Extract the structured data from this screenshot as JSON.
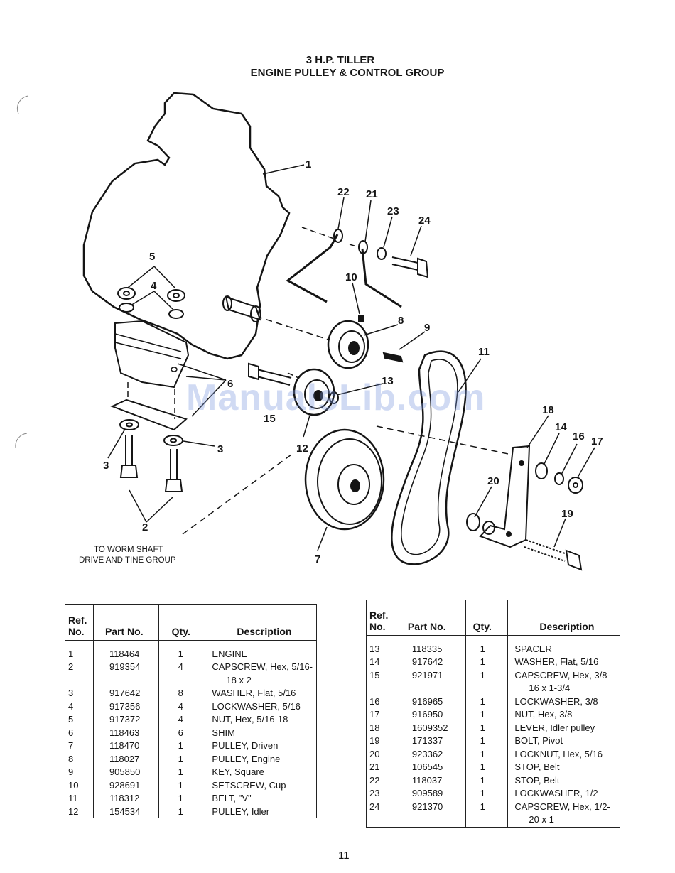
{
  "title": {
    "line1": "3 H.P. TILLER",
    "line2": "ENGINE PULLEY & CONTROL GROUP"
  },
  "diagram": {
    "callouts": [
      "1",
      "2",
      "3",
      "3",
      "4",
      "5",
      "6",
      "7",
      "8",
      "9",
      "10",
      "11",
      "12",
      "13",
      "14",
      "15",
      "16",
      "17",
      "18",
      "19",
      "20",
      "21",
      "22",
      "23",
      "24"
    ],
    "caption_line1": "TO WORM SHAFT",
    "caption_line2": "DRIVE AND TINE GROUP"
  },
  "watermark": "ManualsLib.com",
  "table_headers": {
    "ref_line1": "Ref.",
    "ref_line2": "No.",
    "part_no": "Part No.",
    "qty": "Qty.",
    "description": "Description"
  },
  "parts_left": [
    {
      "ref": "1",
      "part": "118464",
      "qty": "1",
      "desc": "ENGINE"
    },
    {
      "ref": "2",
      "part": "919354",
      "qty": "4",
      "desc": "CAPSCREW, Hex, 5/16-",
      "desc2": "18 x 2"
    },
    {
      "ref": "3",
      "part": "917642",
      "qty": "8",
      "desc": "WASHER, Flat, 5/16"
    },
    {
      "ref": "4",
      "part": "917356",
      "qty": "4",
      "desc": "LOCKWASHER, 5/16"
    },
    {
      "ref": "5",
      "part": "917372",
      "qty": "4",
      "desc": "NUT, Hex, 5/16-18"
    },
    {
      "ref": "6",
      "part": "118463",
      "qty": "6",
      "desc": "SHIM"
    },
    {
      "ref": "7",
      "part": "118470",
      "qty": "1",
      "desc": "PULLEY, Driven"
    },
    {
      "ref": "8",
      "part": "118027",
      "qty": "1",
      "desc": "PULLEY, Engine"
    },
    {
      "ref": "9",
      "part": "905850",
      "qty": "1",
      "desc": "KEY, Square"
    },
    {
      "ref": "10",
      "part": "928691",
      "qty": "1",
      "desc": "SETSCREW, Cup"
    },
    {
      "ref": "11",
      "part": "118312",
      "qty": "1",
      "desc": "BELT, \"V\""
    },
    {
      "ref": "12",
      "part": "154534",
      "qty": "1",
      "desc": "PULLEY, Idler"
    }
  ],
  "parts_right": [
    {
      "ref": "13",
      "part": "118335",
      "qty": "1",
      "desc": "SPACER"
    },
    {
      "ref": "14",
      "part": "917642",
      "qty": "1",
      "desc": "WASHER, Flat, 5/16"
    },
    {
      "ref": "15",
      "part": "921971",
      "qty": "1",
      "desc": "CAPSCREW, Hex, 3/8-",
      "desc2": "16 x 1-3/4"
    },
    {
      "ref": "16",
      "part": "916965",
      "qty": "1",
      "desc": "LOCKWASHER, 3/8"
    },
    {
      "ref": "17",
      "part": "916950",
      "qty": "1",
      "desc": "NUT, Hex, 3/8"
    },
    {
      "ref": "18",
      "part": "1609352",
      "qty": "1",
      "desc": "LEVER, Idler pulley"
    },
    {
      "ref": "19",
      "part": "171337",
      "qty": "1",
      "desc": "BOLT, Pivot"
    },
    {
      "ref": "20",
      "part": "923362",
      "qty": "1",
      "desc": "LOCKNUT, Hex, 5/16"
    },
    {
      "ref": "21",
      "part": "106545",
      "qty": "1",
      "desc": "STOP, Belt"
    },
    {
      "ref": "22",
      "part": "118037",
      "qty": "1",
      "desc": "STOP, Belt"
    },
    {
      "ref": "23",
      "part": "909589",
      "qty": "1",
      "desc": "LOCKWASHER, 1/2"
    },
    {
      "ref": "24",
      "part": "921370",
      "qty": "1",
      "desc": "CAPSCREW, Hex, 1/2-",
      "desc2": "20 x 1"
    }
  ],
  "page_number": "11"
}
